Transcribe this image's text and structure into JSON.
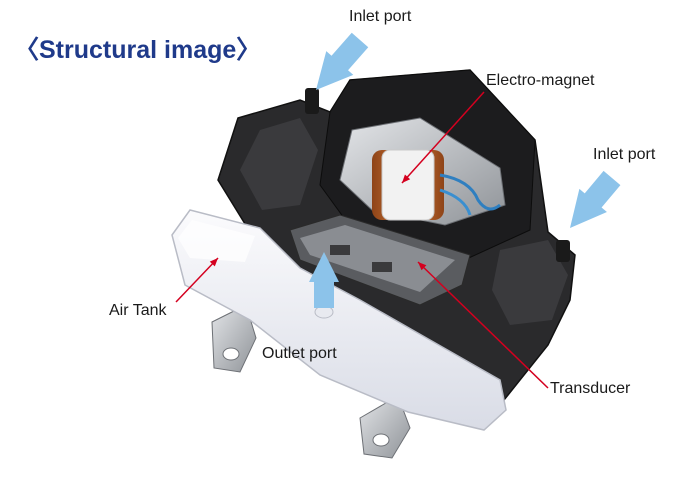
{
  "title": "〈Structural image〉",
  "labels": {
    "inlet_port_top": "Inlet port",
    "inlet_port_right": "Inlet port",
    "electro_magnet": "Electro-magnet",
    "air_tank": "Air Tank",
    "outlet_port": "Outlet port",
    "transducer": "Transducer"
  },
  "colors": {
    "title": "#1f3a8a",
    "leader_line": "#d4001f",
    "flow_arrow": "#8cc3ea",
    "air_tank_body": "#eef0f6",
    "housing": "#2a2a2c",
    "coil": "#b4602a",
    "metal": "#b9bcc0"
  }
}
